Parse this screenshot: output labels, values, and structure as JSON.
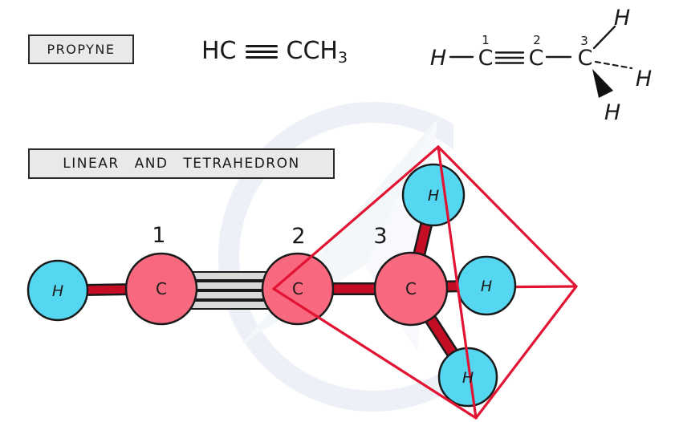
{
  "title_box": {
    "label": "PROPYNE"
  },
  "geometry_box": {
    "label": "LINEAR AND TETRAHEDRON"
  },
  "formula": {
    "left": "HC",
    "bond_type": "triple",
    "right": "CCH",
    "subscript": "3"
  },
  "skeletal": {
    "hydrogen_left": "H",
    "num_1": "1",
    "carbon_1": "C",
    "num_2": "2",
    "carbon_2": "C",
    "num_3": "3",
    "carbon_3": "C",
    "hydrogen_top": "H",
    "hydrogen_right": "H",
    "hydrogen_bottom": "H"
  },
  "model": {
    "num_1": "1",
    "num_2": "2",
    "num_3": "3",
    "atoms": {
      "h_left": "H",
      "c1": "C",
      "c2": "C",
      "c3": "C",
      "h_top": "H",
      "h_right": "H",
      "h_bottom": "H"
    }
  },
  "colors": {
    "carbon_fill": "#f8697f",
    "hydrogen_fill": "#55d6f1",
    "atom_outline": "#1a1a1a",
    "bond_fill": "#c50d25",
    "bond_outline": "#1a1a1a",
    "triple_bond_fill": "#d9d9d9",
    "tetrahedron_stroke": "#e11433",
    "num1_color": "#d02a56",
    "num2_color": "#2e7fd0",
    "num3_color": "#7c3fae",
    "box_fill": "#e9e9e9",
    "watermark_ring": "#edf1f7",
    "watermark_plane": "#f4f7fa"
  }
}
